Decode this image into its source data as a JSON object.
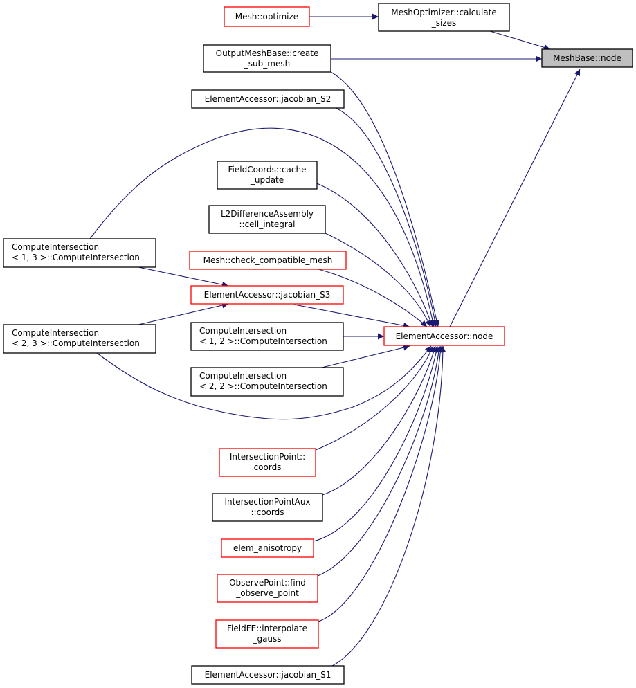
{
  "graph": {
    "colors": {
      "edge": "#191970",
      "red_border": "#ff0000",
      "root_fill": "#bfbfbf"
    },
    "nodes": {
      "mesh_optimize": {
        "lines": [
          "Mesh::optimize"
        ],
        "style": "red"
      },
      "calc_sizes": {
        "lines": [
          "MeshOptimizer::calculate",
          "_sizes"
        ],
        "style": "black"
      },
      "meshbase_node": {
        "lines": [
          "MeshBase::node"
        ],
        "style": "root"
      },
      "create_sub_mesh": {
        "lines": [
          "OutputMeshBase::create",
          "_sub_mesh"
        ],
        "style": "black"
      },
      "jacobian_s2": {
        "lines": [
          "ElementAccessor::jacobian_S2"
        ],
        "style": "black"
      },
      "cache_update": {
        "lines": [
          "FieldCoords::cache",
          "_update"
        ],
        "style": "black"
      },
      "cell_integral": {
        "lines": [
          "L2DifferenceAssembly",
          "::cell_integral"
        ],
        "style": "black"
      },
      "check_compatible": {
        "lines": [
          "Mesh::check_compatible_mesh"
        ],
        "style": "red"
      },
      "ci13": {
        "lines": [
          "ComputeIntersection",
          "< 1, 3 >::ComputeIntersection"
        ],
        "style": "black"
      },
      "jacobian_s3": {
        "lines": [
          "ElementAccessor::jacobian_S3"
        ],
        "style": "red"
      },
      "ci23": {
        "lines": [
          "ComputeIntersection",
          "< 2, 3 >::ComputeIntersection"
        ],
        "style": "black"
      },
      "ci12": {
        "lines": [
          "ComputeIntersection",
          "< 1, 2 >::ComputeIntersection"
        ],
        "style": "black"
      },
      "ci22": {
        "lines": [
          "ComputeIntersection",
          "< 2, 2 >::ComputeIntersection"
        ],
        "style": "black"
      },
      "ea_node": {
        "lines": [
          "ElementAccessor::node"
        ],
        "style": "red"
      },
      "ip_coords": {
        "lines": [
          "IntersectionPoint::",
          "coords"
        ],
        "style": "red"
      },
      "ipa_coords": {
        "lines": [
          "IntersectionPointAux",
          "::coords"
        ],
        "style": "black"
      },
      "elem_anisotropy": {
        "lines": [
          "elem_anisotropy"
        ],
        "style": "red"
      },
      "find_observe": {
        "lines": [
          "ObservePoint::find",
          "_observe_point"
        ],
        "style": "red"
      },
      "interpolate_gauss": {
        "lines": [
          "FieldFE::interpolate",
          "_gauss"
        ],
        "style": "red"
      },
      "jacobian_s1": {
        "lines": [
          "ElementAccessor::jacobian_S1"
        ],
        "style": "black"
      }
    }
  }
}
